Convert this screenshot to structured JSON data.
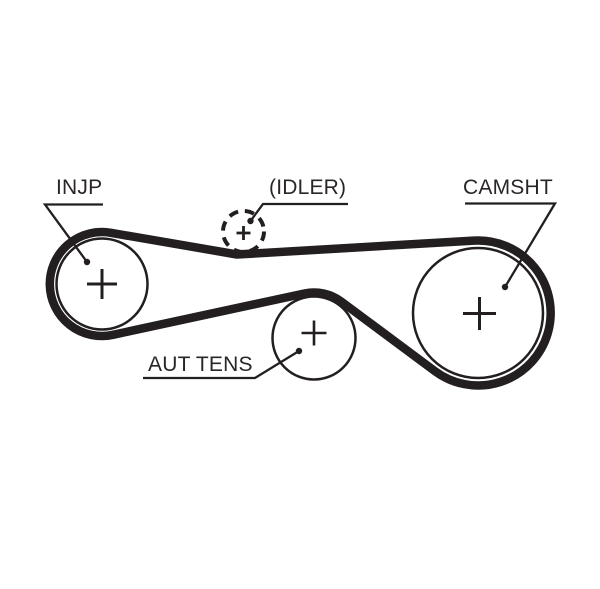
{
  "diagram": {
    "type": "timing-belt-routing-diagram",
    "labels": {
      "injp": "INJP",
      "idler": "(IDLER)",
      "camsht": "CAMSHT",
      "aut_tens": "AUT TENS"
    },
    "pulleys": [
      {
        "id": "injp",
        "label": "INJP",
        "outline": "solid",
        "has_center_cross": true
      },
      {
        "id": "idler",
        "label": "(IDLER)",
        "outline": "dashed",
        "has_center_cross": true
      },
      {
        "id": "aut_tens",
        "label": "AUT TENS",
        "outline": "solid",
        "has_center_cross": true
      },
      {
        "id": "camsht",
        "label": "CAMSHT",
        "outline": "solid",
        "has_center_cross": true
      }
    ],
    "colors": {
      "line": "#231f20",
      "text": "#2a2627",
      "background": "#ffffff"
    }
  }
}
